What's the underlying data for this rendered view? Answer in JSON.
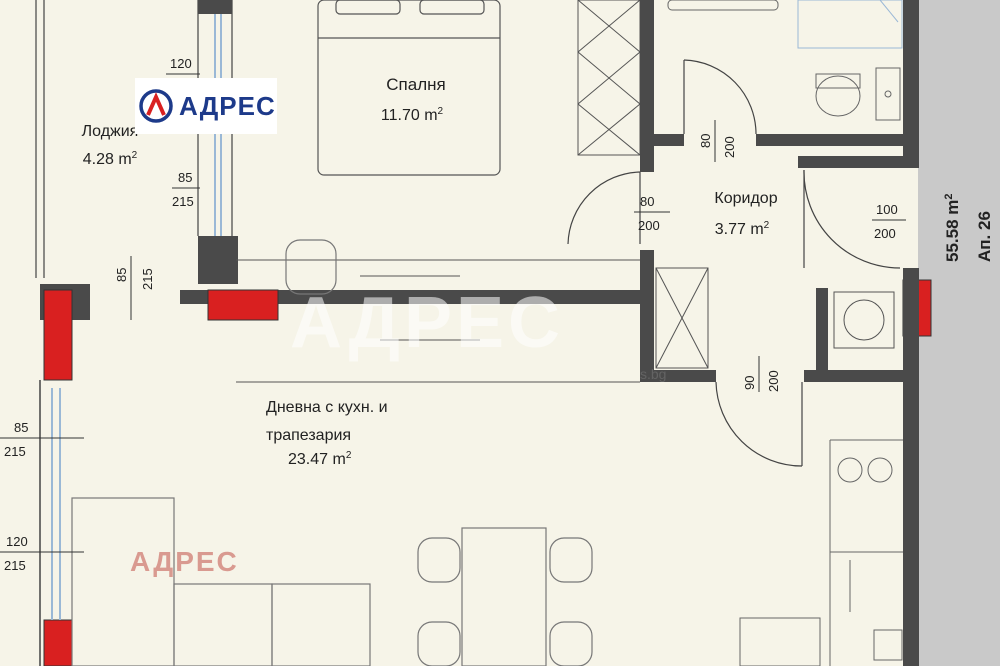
{
  "rooms": {
    "bedroom": {
      "name": "Спалня",
      "area": "11.70 m",
      "sup": "2"
    },
    "loggia": {
      "name": "Лоджия",
      "area": "4.28 m",
      "sup": "2"
    },
    "corridor": {
      "name": "Коридор",
      "area": "3.77 m",
      "sup": "2"
    },
    "living_line1": "Дневна с кухн. и",
    "living_line2": "трапезария",
    "living_area": "23.47 m",
    "living_sup": "2"
  },
  "apartment": {
    "total_area": "55.58 m",
    "sup": "2",
    "number": "Ап. 26"
  },
  "openings": {
    "loggia_top_w": "120",
    "loggia_mid_w": "85",
    "loggia_mid_h": "215",
    "loggia_low_w": "85",
    "loggia_low_h": "215",
    "bath_door_w": "80",
    "bath_door_h": "200",
    "bed_door_w": "80",
    "bed_door_h": "200",
    "entry_door_w": "100",
    "entry_door_h": "200",
    "kitchen_door_w": "90",
    "kitchen_door_h": "200",
    "living_win1_w": "85",
    "living_win1_h": "215",
    "living_win2_w": "120",
    "living_win2_h": "215"
  },
  "branding": {
    "logo_text": "АДРЕС",
    "watermark_text": "АДРЕС",
    "url_fragment": "s.bg"
  },
  "colors": {
    "wall": "#4a4a4a",
    "column": "#d92020",
    "floor": "#f6f4e8",
    "outside": "#c9c9c9",
    "glass": "#9ab8d6",
    "brand": "#1d3a8a"
  }
}
